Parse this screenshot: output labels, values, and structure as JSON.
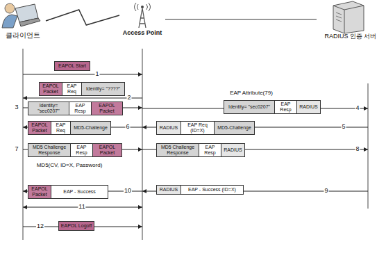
{
  "diagram": {
    "nodes": [
      {
        "text": [
          "클라이언트"
        ]
      },
      {
        "text": [
          "Access Point"
        ]
      },
      {
        "text": [
          "RADIUS 인증 서버"
        ]
      },
      {
        "text": [
          "EAPOL Start"
        ]
      },
      {
        "text": [
          "EAPOL Packet",
          "EAP Req",
          "Identity= \"????\""
        ]
      },
      {
        "text": [
          "Identity= \"sec0207\"",
          "EAP Resp",
          "EAPOL Packet"
        ]
      },
      {
        "text": [
          "Identity= \"sec0207\"",
          "EAP Resp",
          "RADIUS"
        ]
      },
      {
        "text": [
          "EAPOL Packet",
          "EAP Req",
          "MD5-Challenge"
        ]
      },
      {
        "text": [
          "RADIUS",
          "EAP Req (ID=X)",
          "MD5-Challenge"
        ]
      },
      {
        "text": [
          "MD5 Challenge Response",
          "EAP Resp",
          "EAPOL Packet"
        ]
      },
      {
        "text": [
          "MD5 Challenge Response",
          "EAP Resp",
          "RADIUS"
        ]
      },
      {
        "text": [
          "EAPOL Packet",
          "EAP - Success"
        ]
      },
      {
        "text": [
          "RADIUS",
          "EAP - Success (ID=X)"
        ]
      },
      {
        "text": [
          "EAPOL Logoff"
        ]
      }
    ],
    "edges": [
      {
        "from": 0,
        "to": 1,
        "arrow": "none"
      },
      {
        "from": 1,
        "to": 2,
        "arrow": "none"
      }
    ],
    "labels": [
      "1",
      "2",
      "3",
      "EAP Attribute(79)",
      "4",
      "6",
      "5",
      "7",
      "8",
      "MD5(CV, ID=X, Password)",
      "10",
      "9",
      "11",
      "12"
    ]
  }
}
